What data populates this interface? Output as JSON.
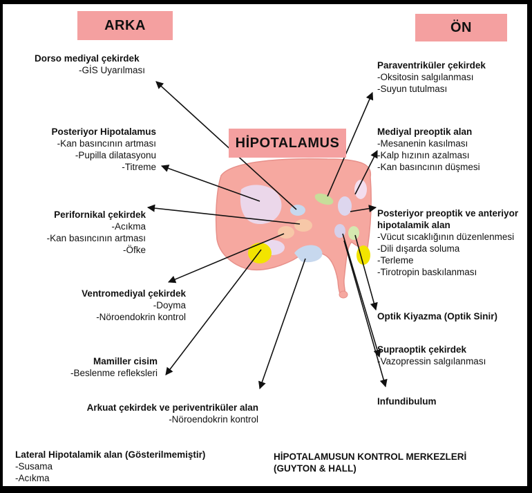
{
  "headers": {
    "arka": "ARKA",
    "on": "ÖN",
    "hipotalamus": "HİPOTALAMUS"
  },
  "left_labels": {
    "dorso": {
      "title": "Dorso mediyal çekirdek",
      "items": [
        "-GİS Uyarılması"
      ]
    },
    "posterior": {
      "title": "Posteriyor Hipotalamus",
      "items": [
        "-Kan basıncının artması",
        "-Pupilla dilatasyonu",
        "-Titreme"
      ]
    },
    "perifornikal": {
      "title": "Perifornikal çekirdek",
      "items": [
        "-Acıkma",
        "-Kan basıncının artması",
        "-Öfke"
      ]
    },
    "ventromedial": {
      "title": "Ventromediyal çekirdek",
      "items": [
        "-Doyma",
        "-Nöroendokrin kontrol"
      ]
    },
    "mamiller": {
      "title": "Mamiller cisim",
      "items": [
        "-Beslenme refleksleri"
      ]
    },
    "arkuat": {
      "title": "Arkuat çekirdek ve periventriküler alan",
      "items": [
        "-Nöroendokrin kontrol"
      ]
    },
    "lateral": {
      "title": "Lateral Hipotalamik alan (Gösterilmemiştir)",
      "items": [
        "-Susama",
        "-Acıkma"
      ]
    }
  },
  "right_labels": {
    "paraventrikuler": {
      "title": "Paraventriküler çekirdek",
      "items": [
        "-Oksitosin salgılanması",
        "-Suyun tutulması"
      ]
    },
    "mediyal_preoptik": {
      "title": "Mediyal preoptik alan",
      "items": [
        "-Mesanenin kasılması",
        "-Kalp hızının azalması",
        "-Kan basıncının düşmesi"
      ]
    },
    "posterior_preoptik": {
      "title": "Posteriyor preoptik ve anteriyor hipotalamik alan",
      "items": [
        "-Vücut sıcaklığının düzenlenmesi",
        "-Dili dışarda soluma",
        "-Terleme",
        "-Tirotropin baskılanması"
      ]
    },
    "optik": {
      "title": "Optik Kiyazma (Optik Sinir)",
      "items": []
    },
    "supraoptik": {
      "title": "Supraoptik çekirdek",
      "items": [
        "-Vazopressin salgılanması"
      ]
    },
    "infundibulum": {
      "title": "Infundibulum",
      "items": []
    }
  },
  "caption": {
    "line1": "HİPOTALAMUSUN KONTROL MERKEZLERİ",
    "line2": "(GUYTON & HALL)"
  },
  "colors": {
    "header_bg": "#f4a0a0",
    "hypothalamus_body": "#f6a8a0",
    "nucleus_blue": "#c7d8ee",
    "nucleus_lilac": "#e6d6ec",
    "nucleus_green": "#c7de9a",
    "nucleus_yellow": "#f2e400",
    "nucleus_peach": "#f7c8a8"
  }
}
